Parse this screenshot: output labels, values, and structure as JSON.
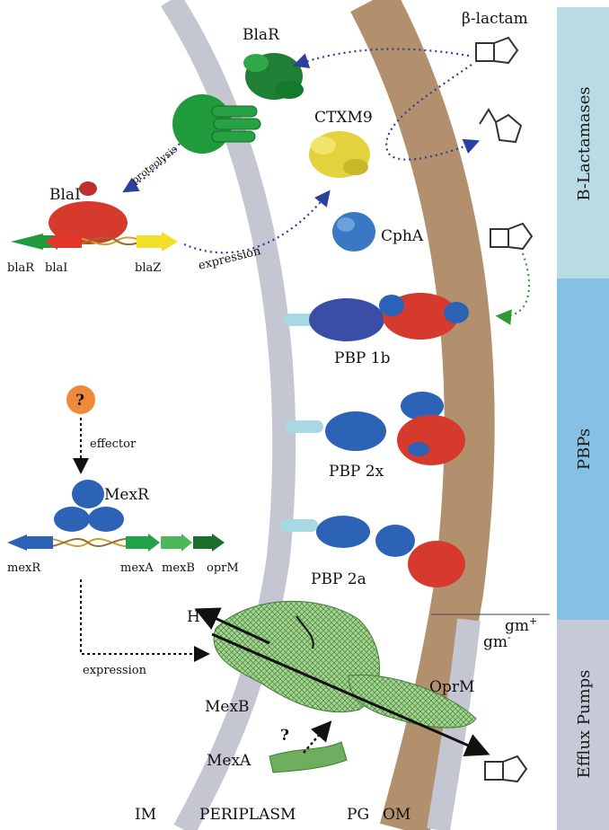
{
  "colors": {
    "membrane_im": "#c4c7d2",
    "membrane_om": "#b3906d",
    "band_lactamase": "#b8dbe6",
    "band_pbp": "#86c0e2",
    "band_efflux": "#c6c9d8",
    "blar_green": "#1f8e3a",
    "ctxm9_yellow": "#e3d23b",
    "pbp_blue": "#2c63b6",
    "pbp_red": "#d63a2d",
    "mex_green": "#7ab868",
    "arrow_blue": "#2a3f9e",
    "arrow_green": "#2f9a33",
    "effector_orange": "#ee8a3a"
  },
  "bands": {
    "lactamases": "B-Lactamases",
    "pbps": "PBPs",
    "efflux": "Efflux Pumps"
  },
  "labels": {
    "beta_lactam": "β-lactam",
    "blar": "BlaR",
    "ctxm9": "CTXM9",
    "proteolysis": "proteolysis",
    "blai": "BlaI",
    "expression_top": "expression",
    "cpha": "CphA",
    "pbp1b": "PBP 1b",
    "pbp2x": "PBP 2x",
    "pbp2a": "PBP 2a",
    "effector": "effector",
    "mexr": "MexR",
    "expression_bottom": "expression",
    "h_plus": "H",
    "h_sup": "+",
    "gm_plus": "gm",
    "gm_plus_sup": "+",
    "gm_minus": "gm",
    "gm_minus_sup": "-",
    "oprm": "OprM",
    "mexb": "MexB",
    "mexa": "MexA",
    "question_top": "?",
    "question_bottom": "?"
  },
  "genes_top": [
    "blaR",
    "blaI",
    "blaZ"
  ],
  "genes_bottom": [
    "mexR",
    "mexA",
    "mexB",
    "oprM"
  ],
  "compartments": [
    "IM",
    "PERIPLASM",
    "PG",
    "OM"
  ]
}
